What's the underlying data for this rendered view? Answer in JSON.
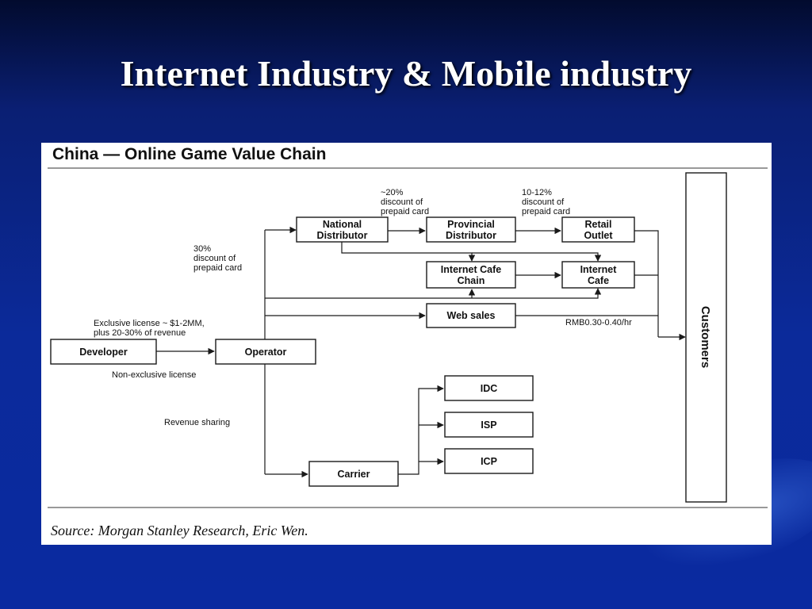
{
  "slide_title": "Internet Industry & Mobile industry",
  "chart": {
    "title": "China — Online Game Value Chain",
    "source": "Source: Morgan Stanley Research, Eric Wen.",
    "boxes": {
      "national_distributor": [
        "National",
        "Distributor"
      ],
      "provincial_distributor": [
        "Provincial",
        "Distributor"
      ],
      "retail_outlet": [
        "Retail",
        "Outlet"
      ],
      "internet_cafe_chain": [
        "Internet Cafe",
        "Chain"
      ],
      "internet_cafe": [
        "Internet",
        "Cafe"
      ],
      "web_sales": "Web sales",
      "developer": "Developer",
      "operator": "Operator",
      "idc": "IDC",
      "isp": "ISP",
      "icp": "ICP",
      "carrier": "Carrier",
      "customers": "Customers"
    },
    "notes": {
      "discount_20": [
        "~20%",
        "discount of",
        "prepaid card"
      ],
      "discount_10_12": [
        "10-12%",
        "discount of",
        "prepaid card"
      ],
      "discount_30": [
        "30%",
        "discount of",
        "prepaid card"
      ],
      "exclusive_license": [
        "Exclusive license ~ $1-2MM,",
        "plus 20-30% of  revenue"
      ],
      "non_exclusive": "Non-exclusive license",
      "revenue_sharing": "Revenue sharing",
      "rate": "RMB0.30-0.40/hr"
    }
  }
}
